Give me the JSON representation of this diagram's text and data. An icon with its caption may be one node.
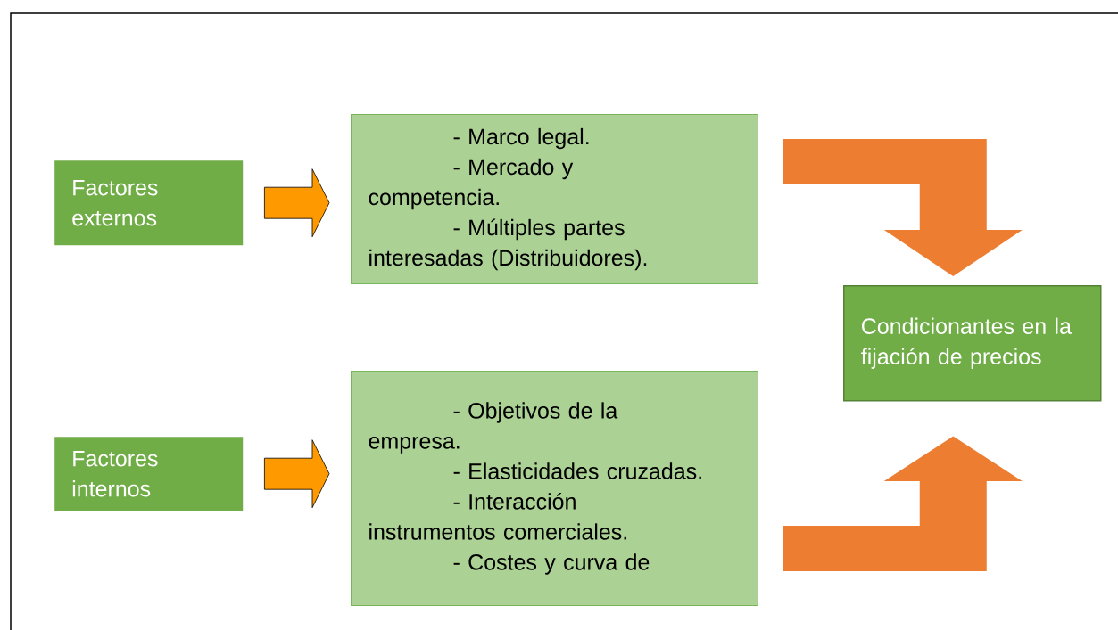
{
  "diagram": {
    "nodes": [
      {
        "text": [
          "Factores externos"
        ]
      },
      {
        "text": [
          "- Marco legal.",
          "- Mercado y competencia.",
          "- Múltiples partes interesadas (Distribuidores)."
        ]
      },
      {
        "text": [
          "Factores internos"
        ]
      },
      {
        "text": [
          "- Objetivos de la empresa.",
          "- Elasticidades cruzadas.",
          "- Interacción instrumentos comerciales.",
          "- Costes y curva de"
        ]
      },
      {
        "text": [
          "Condicionantes en la fijación de precios"
        ]
      }
    ],
    "edges": [
      {
        "from": 0,
        "to": 1,
        "arrow": "to"
      },
      {
        "from": 2,
        "to": 3,
        "arrow": "to"
      },
      {
        "from": 1,
        "to": 4,
        "arrow": "to",
        "color": "#ed7d31"
      },
      {
        "from": 3,
        "to": 4,
        "arrow": "to",
        "color": "#ed7d31"
      }
    ]
  }
}
